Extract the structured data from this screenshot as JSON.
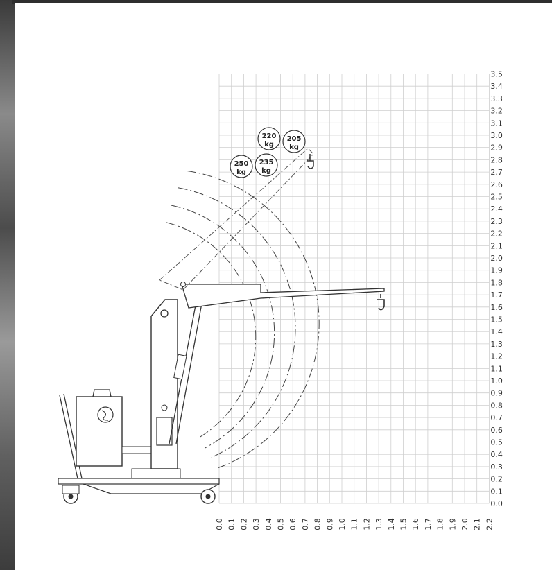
{
  "chart_data": {
    "type": "line",
    "x_axis": {
      "ticks": [
        "0.0",
        "0.1",
        "0.2",
        "0.3",
        "0.4",
        "0.5",
        "0.6",
        "0.7",
        "0.8",
        "0.9",
        "1.0",
        "1.1",
        "1.2",
        "1.3",
        "1.4",
        "1.5",
        "1.6",
        "1.7",
        "1.8",
        "1.9",
        "2.0",
        "2.1",
        "2.2"
      ],
      "range": [
        0,
        2.2
      ]
    },
    "y_axis": {
      "ticks": [
        "0.0",
        "0.1",
        "0.2",
        "0.3",
        "0.4",
        "0.5",
        "0.6",
        "0.7",
        "0.8",
        "0.9",
        "1.0",
        "1.1",
        "1.2",
        "1.3",
        "1.4",
        "1.5",
        "1.6",
        "1.7",
        "1.8",
        "1.9",
        "2.0",
        "2.1",
        "2.2",
        "2.3",
        "2.4",
        "2.5",
        "2.6",
        "2.7",
        "2.8",
        "2.9",
        "3.0",
        "3.1",
        "3.2",
        "3.3",
        "3.4",
        "3.5"
      ],
      "range": [
        0,
        3.5
      ]
    },
    "grid": true,
    "capacity_labels": [
      {
        "value": "250",
        "unit": "kg"
      },
      {
        "value": "235",
        "unit": "kg"
      },
      {
        "value": "220",
        "unit": "kg"
      },
      {
        "value": "205",
        "unit": "kg"
      }
    ]
  }
}
